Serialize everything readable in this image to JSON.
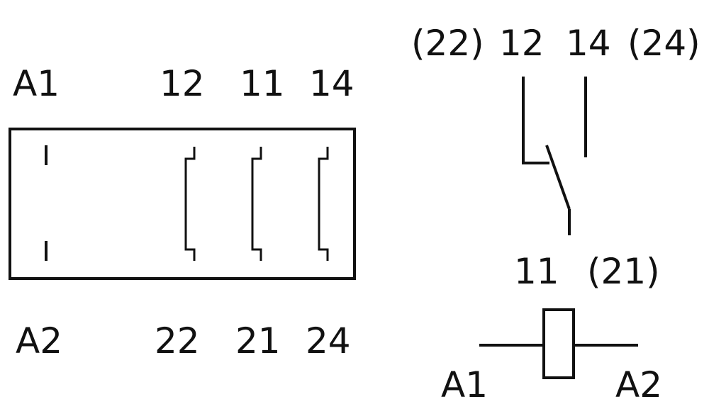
{
  "colors": {
    "ink": "#111111",
    "background": "#ffffff"
  },
  "pinout": {
    "top_labels": [
      "A1",
      "12",
      "11",
      "14"
    ],
    "bottom_labels": [
      "A2",
      "22",
      "21",
      "24"
    ]
  },
  "schematic": {
    "contact_labels_top": [
      "(22)",
      "12",
      "14",
      "(24)"
    ],
    "contact_labels_bottom": [
      "11",
      "(21)"
    ],
    "coil_labels": [
      "A1",
      "A2"
    ]
  }
}
